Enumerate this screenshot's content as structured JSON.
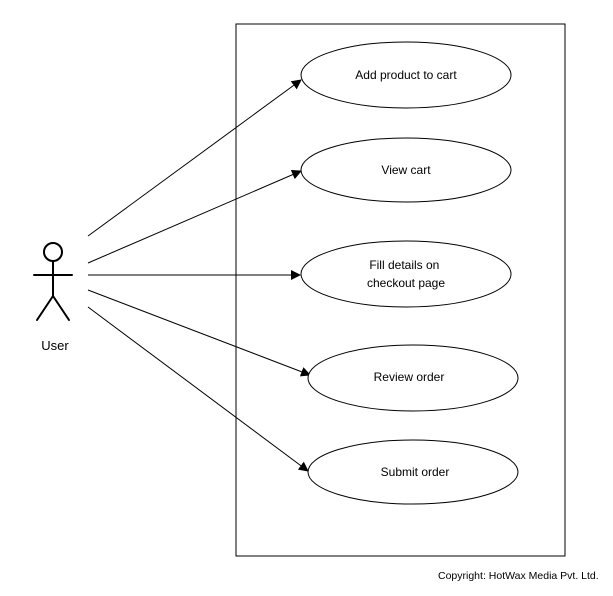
{
  "diagram": {
    "actor": {
      "label": "User",
      "icon": "stick-figure-icon"
    },
    "use_cases": [
      {
        "id": "add-product-to-cart",
        "lines": [
          "Add product to cart"
        ]
      },
      {
        "id": "view-cart",
        "lines": [
          "View cart"
        ]
      },
      {
        "id": "fill-details-on-checkout-page",
        "lines": [
          "Fill details on",
          "checkout page"
        ]
      },
      {
        "id": "review-order",
        "lines": [
          "Review order"
        ]
      },
      {
        "id": "submit-order",
        "lines": [
          "Submit order"
        ]
      }
    ],
    "associations": [
      {
        "from": "User",
        "to": "add-product-to-cart"
      },
      {
        "from": "User",
        "to": "view-cart"
      },
      {
        "from": "User",
        "to": "fill-details-on-checkout-page"
      },
      {
        "from": "User",
        "to": "review-order"
      },
      {
        "from": "User",
        "to": "submit-order"
      }
    ]
  },
  "footer": {
    "copyright": "Copyright: HotWax Media Pvt. Ltd."
  },
  "colors": {
    "stroke": "#000000",
    "background": "#ffffff"
  }
}
